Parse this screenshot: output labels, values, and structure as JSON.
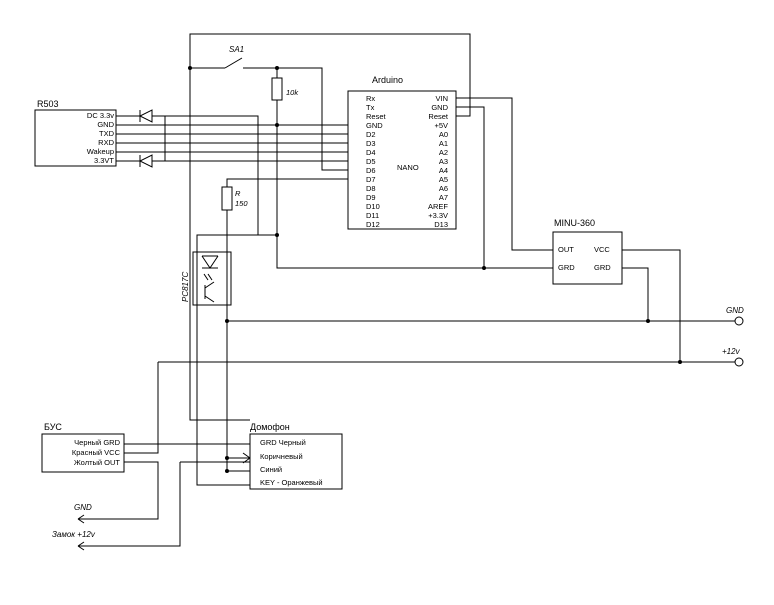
{
  "r503": {
    "title": "R503",
    "pins": [
      "DC 3.3v",
      "GND",
      "TXD",
      "RXD",
      "Wakeup",
      "3.3VT"
    ]
  },
  "arduino": {
    "title": "Arduino",
    "model": "NANO",
    "left_pins": [
      "Rx",
      "Tx",
      "Reset",
      "GND",
      "D2",
      "D3",
      "D4",
      "D5",
      "D6",
      "D7",
      "D8",
      "D9",
      "D10",
      "D11",
      "D12"
    ],
    "right_pins": [
      "VIN",
      "GND",
      "Reset",
      "+5V",
      "A0",
      "A1",
      "A2",
      "A3",
      "A4",
      "A5",
      "A6",
      "A7",
      "AREF",
      "+3.3V",
      "D13"
    ]
  },
  "minu": {
    "title": "MINU-360",
    "out": "OUT",
    "grd": "GRD",
    "vcc": "VCC",
    "grd2": "GRD"
  },
  "bus": {
    "title": "БУС",
    "pins": [
      "Черный GRD",
      "Красный VCC",
      "Жолтый OUT"
    ]
  },
  "intercom": {
    "title": "Домофон",
    "pins": [
      "GRD Черный",
      "Коричневый",
      "Синий",
      "KEY - Оранжевый"
    ]
  },
  "components": {
    "switch": "SA1",
    "resistor1": "10k",
    "resistor2_name": "R",
    "resistor2_value": "150",
    "optocoupler": "PC817C"
  },
  "rails": {
    "gnd": "GND",
    "plus12": "+12v",
    "gnd_out": "GND",
    "lock": "Замок +12v"
  }
}
